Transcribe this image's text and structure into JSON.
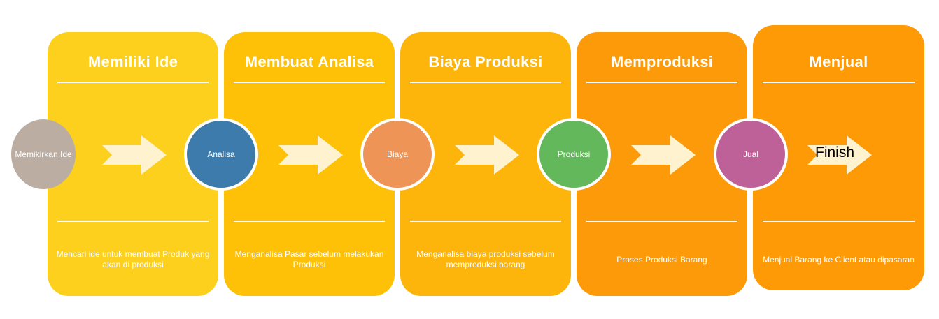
{
  "steps": [
    {
      "title": "Memiliki Ide",
      "circle": "Memikirkan Ide",
      "desc": "Mencari ide untuk membuat Produk yang akan di produksi",
      "panel_color": "#FDD01E",
      "circle_color": "#BBADA2"
    },
    {
      "title": "Membuat Analisa",
      "circle": "Analisa",
      "desc": "Menganalisa Pasar sebelum melakukan Produksi",
      "panel_color": "#FEC107",
      "circle_color": "#3C7BAB"
    },
    {
      "title": "Biaya Produksi",
      "circle": "Biaya",
      "desc": "Menganalisa biaya produksi sebelum memproduksi barang",
      "panel_color": "#FDB50C",
      "circle_color": "#EE9456"
    },
    {
      "title": "Memproduksi",
      "circle": "Produksi",
      "desc": "Proses Produksi Barang",
      "panel_color": "#FD9A0A",
      "circle_color": "#62B85A"
    },
    {
      "title": "Menjual",
      "circle": "Jual",
      "desc": "Menjual Barang ke Client atau dipasaran",
      "panel_color": "#FE9A06",
      "circle_color": "#BE6198"
    }
  ],
  "finish_label": "Finish",
  "arrow_color": "#FEF2CF"
}
